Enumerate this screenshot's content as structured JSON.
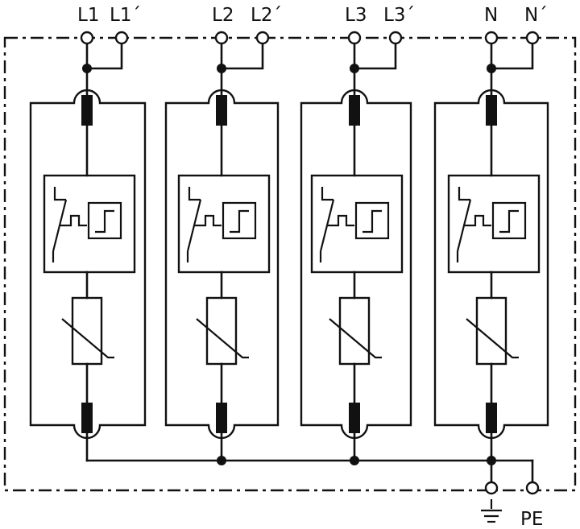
{
  "terminals": {
    "top": [
      {
        "main": "L1",
        "aux": "L1´"
      },
      {
        "main": "L2",
        "aux": "L2´"
      },
      {
        "main": "L3",
        "aux": "L3´"
      },
      {
        "main": "N",
        "aux": "N´"
      }
    ],
    "bottom_earth_symbol": "earth-ground-icon",
    "bottom_pe": "PE"
  },
  "modules": [
    {
      "id": "L1",
      "components": [
        "fuse-icon",
        "thermal-disconnector-icon",
        "varistor-icon",
        "fuse-icon"
      ]
    },
    {
      "id": "L2",
      "components": [
        "fuse-icon",
        "thermal-disconnector-icon",
        "varistor-icon",
        "fuse-icon"
      ]
    },
    {
      "id": "L3",
      "components": [
        "fuse-icon",
        "thermal-disconnector-icon",
        "varistor-icon",
        "fuse-icon"
      ]
    },
    {
      "id": "N",
      "components": [
        "fuse-icon",
        "thermal-disconnector-icon",
        "varistor-icon",
        "fuse-icon"
      ]
    }
  ],
  "colors": {
    "line": "#111111",
    "background": "#ffffff"
  }
}
